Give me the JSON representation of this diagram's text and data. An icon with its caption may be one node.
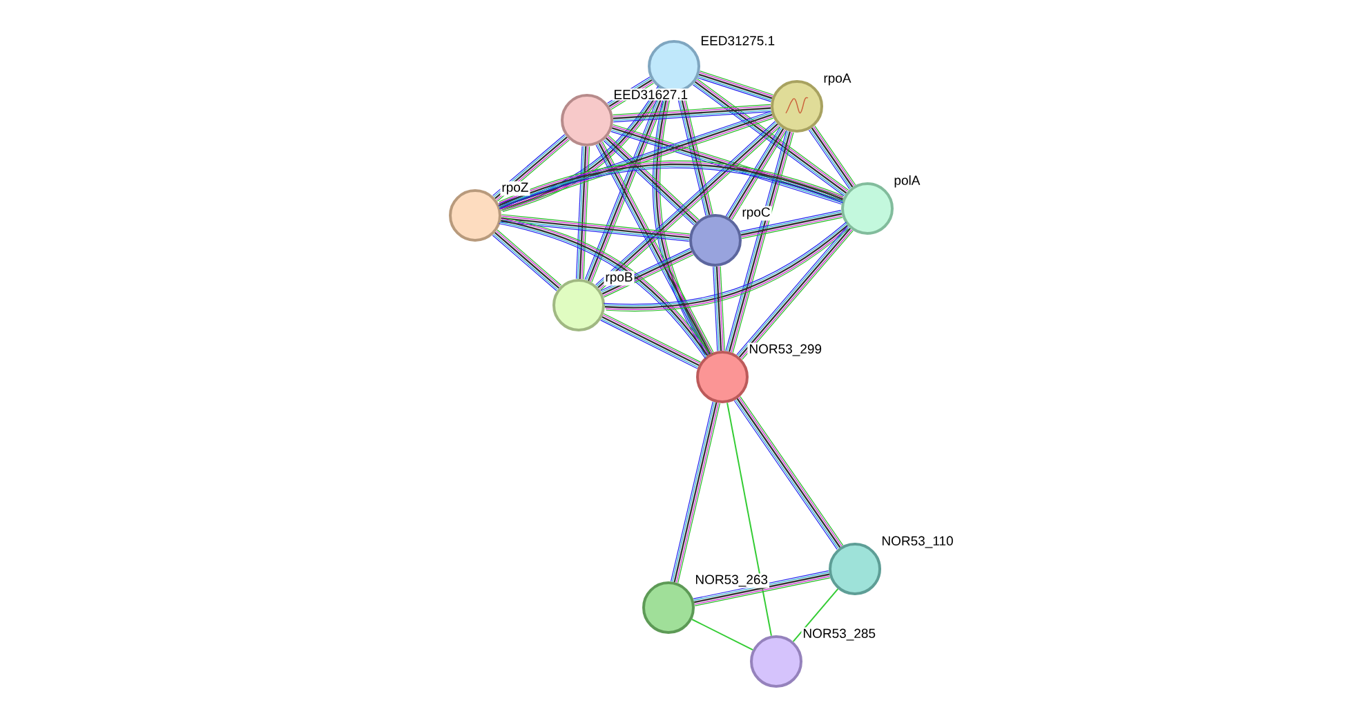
{
  "diagram": {
    "nodes": [
      {
        "text": [],
        "shape": "circle",
        "beside": [
          "EED31275.1"
        ]
      },
      {
        "text": [],
        "shape": "circle",
        "beside": [
          "EED31627.1"
        ]
      },
      {
        "text": [],
        "shape": "circle",
        "beside": [
          "rpoA"
        ]
      },
      {
        "text": [],
        "shape": "circle",
        "beside": [
          "rpoZ"
        ]
      },
      {
        "text": [],
        "shape": "circle",
        "beside": [
          "polA"
        ]
      },
      {
        "text": [],
        "shape": "circle",
        "beside": [
          "rpoC"
        ]
      },
      {
        "text": [],
        "shape": "circle",
        "beside": [
          "rpoB"
        ]
      },
      {
        "text": [],
        "shape": "circle",
        "beside": [
          "NOR53_299"
        ]
      },
      {
        "text": [],
        "shape": "circle",
        "beside": [
          "NOR53_110"
        ]
      },
      {
        "text": [],
        "shape": "circle",
        "beside": [
          "NOR53_263"
        ]
      },
      {
        "text": [],
        "shape": "circle",
        "beside": [
          "NOR53_285"
        ]
      }
    ],
    "edges": [
      {
        "from": 0,
        "to": 1,
        "arrow": "none"
      },
      {
        "from": 0,
        "to": 2,
        "arrow": "none"
      },
      {
        "from": 0,
        "to": 3,
        "arrow": "none"
      },
      {
        "from": 0,
        "to": 4,
        "arrow": "none"
      },
      {
        "from": 0,
        "to": 5,
        "arrow": "none"
      },
      {
        "from": 0,
        "to": 6,
        "arrow": "none"
      },
      {
        "from": 0,
        "to": 7,
        "arrow": "none"
      },
      {
        "from": 1,
        "to": 2,
        "arrow": "none"
      },
      {
        "from": 1,
        "to": 3,
        "arrow": "none"
      },
      {
        "from": 1,
        "to": 4,
        "arrow": "none"
      },
      {
        "from": 1,
        "to": 5,
        "arrow": "none"
      },
      {
        "from": 1,
        "to": 6,
        "arrow": "none"
      },
      {
        "from": 1,
        "to": 7,
        "arrow": "none"
      },
      {
        "from": 2,
        "to": 3,
        "arrow": "none"
      },
      {
        "from": 2,
        "to": 4,
        "arrow": "none"
      },
      {
        "from": 2,
        "to": 5,
        "arrow": "none"
      },
      {
        "from": 2,
        "to": 6,
        "arrow": "none"
      },
      {
        "from": 2,
        "to": 7,
        "arrow": "none"
      },
      {
        "from": 3,
        "to": 4,
        "arrow": "none"
      },
      {
        "from": 3,
        "to": 5,
        "arrow": "none"
      },
      {
        "from": 3,
        "to": 6,
        "arrow": "none"
      },
      {
        "from": 3,
        "to": 7,
        "arrow": "none"
      },
      {
        "from": 4,
        "to": 5,
        "arrow": "none"
      },
      {
        "from": 4,
        "to": 6,
        "arrow": "none"
      },
      {
        "from": 4,
        "to": 7,
        "arrow": "none"
      },
      {
        "from": 5,
        "to": 6,
        "arrow": "none"
      },
      {
        "from": 5,
        "to": 7,
        "arrow": "none"
      },
      {
        "from": 6,
        "to": 7,
        "arrow": "none"
      },
      {
        "from": 7,
        "to": 8,
        "arrow": "none"
      },
      {
        "from": 7,
        "to": 9,
        "arrow": "none"
      },
      {
        "from": 7,
        "to": 10,
        "arrow": "none",
        "color": "#33cc33"
      },
      {
        "from": 8,
        "to": 9,
        "arrow": "none"
      },
      {
        "from": 8,
        "to": 10,
        "arrow": "none",
        "color": "#33cc33"
      },
      {
        "from": 9,
        "to": 10,
        "arrow": "none",
        "color": "#33cc33"
      }
    ]
  }
}
